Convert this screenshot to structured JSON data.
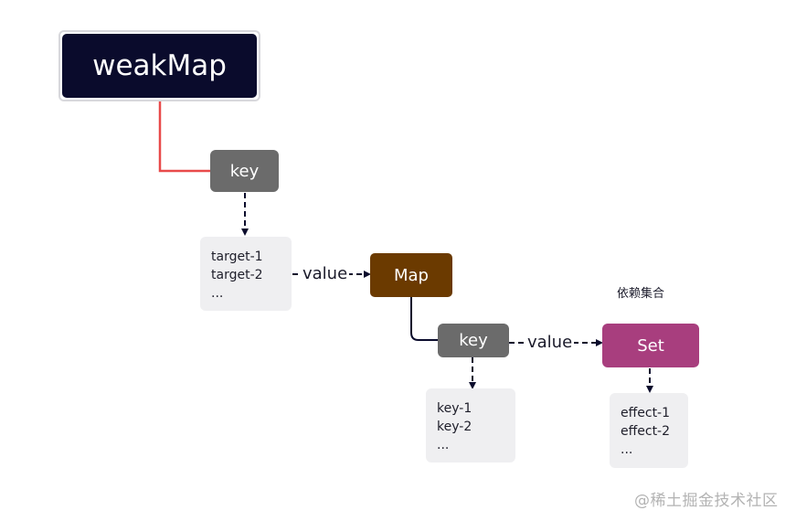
{
  "nodes": {
    "weakmap": "weakMap",
    "key1": "key",
    "map": "Map",
    "key2": "key",
    "set": "Set"
  },
  "lists": {
    "targets": [
      "target-1",
      "target-2",
      "..."
    ],
    "keys": [
      "key-1",
      "key-2",
      "..."
    ],
    "effects": [
      "effect-1",
      "effect-2",
      "..."
    ]
  },
  "edges": {
    "value1": "value",
    "value2": "value"
  },
  "caption": "依赖集合",
  "watermark": "@稀土掘金技术社区",
  "colors": {
    "weakmap_bg": "#0a0b2c",
    "key_bg": "#6b6b6b",
    "map_bg": "#6b3a00",
    "set_bg": "#a83e7e",
    "red_connector": "#e84a4a",
    "dark_connector": "#0a0b2c"
  }
}
